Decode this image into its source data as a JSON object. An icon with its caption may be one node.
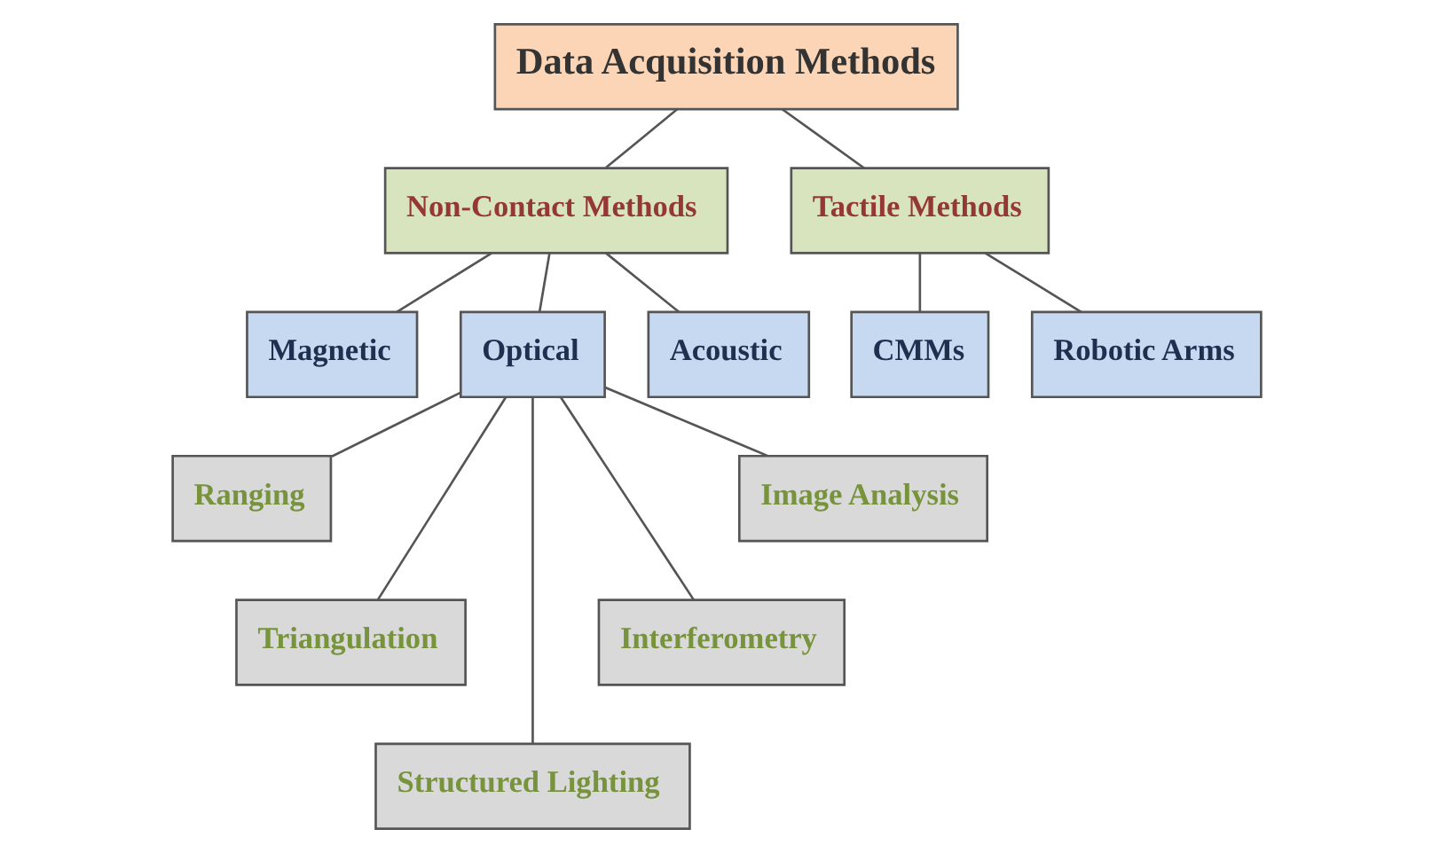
{
  "diagram": {
    "nodes": [
      {
        "text": [
          "Data Acquisition Methods"
        ]
      },
      {
        "text": [
          "Non-Contact Methods"
        ]
      },
      {
        "text": [
          "Tactile Methods"
        ]
      },
      {
        "text": [
          "Magnetic"
        ]
      },
      {
        "text": [
          "Optical"
        ]
      },
      {
        "text": [
          "Acoustic"
        ]
      },
      {
        "text": [
          "CMMs"
        ]
      },
      {
        "text": [
          "Robotic Arms"
        ]
      },
      {
        "text": [
          "Ranging"
        ]
      },
      {
        "text": [
          "Triangulation"
        ]
      },
      {
        "text": [
          "Structured Lighting"
        ]
      },
      {
        "text": [
          "Interferometry"
        ]
      },
      {
        "text": [
          "Image Analysis"
        ]
      }
    ],
    "edges": [
      {
        "from": 0,
        "to": 1,
        "arrow": "none"
      },
      {
        "from": 0,
        "to": 2,
        "arrow": "none"
      },
      {
        "from": 1,
        "to": 3,
        "arrow": "none"
      },
      {
        "from": 1,
        "to": 4,
        "arrow": "none"
      },
      {
        "from": 1,
        "to": 5,
        "arrow": "none"
      },
      {
        "from": 2,
        "to": 6,
        "arrow": "none"
      },
      {
        "from": 2,
        "to": 7,
        "arrow": "none"
      },
      {
        "from": 4,
        "to": 8,
        "arrow": "none"
      },
      {
        "from": 4,
        "to": 9,
        "arrow": "none"
      },
      {
        "from": 4,
        "to": 10,
        "arrow": "none"
      },
      {
        "from": 4,
        "to": 11,
        "arrow": "none"
      },
      {
        "from": 4,
        "to": 12,
        "arrow": "none"
      }
    ]
  }
}
